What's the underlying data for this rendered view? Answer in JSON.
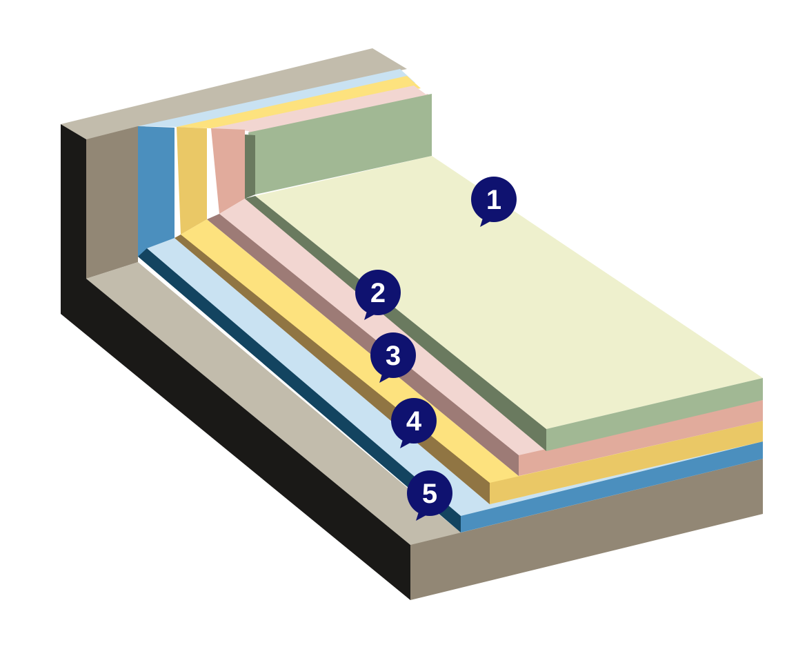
{
  "colors": {
    "substrate_top": "#c2bcac",
    "substrate_front": "#928775",
    "substrate_side": "#1a1917",
    "blue_top": "#c9e2f2",
    "blue_front": "#4b8fbe",
    "blue_side": "#134460",
    "yellow_top": "#fde27e",
    "yellow_front": "#eac866",
    "yellow_side": "#907543",
    "pink_top": "#f2d6d1",
    "pink_front": "#e1ab9c",
    "pink_side": "#9d7b76",
    "green_top": "#eef0cd",
    "green_front": "#a1b894",
    "green_side": "#6a7a5f",
    "marker": "#0f1270"
  },
  "markers": [
    {
      "label": "1"
    },
    {
      "label": "2"
    },
    {
      "label": "3"
    },
    {
      "label": "4"
    },
    {
      "label": "5"
    }
  ]
}
